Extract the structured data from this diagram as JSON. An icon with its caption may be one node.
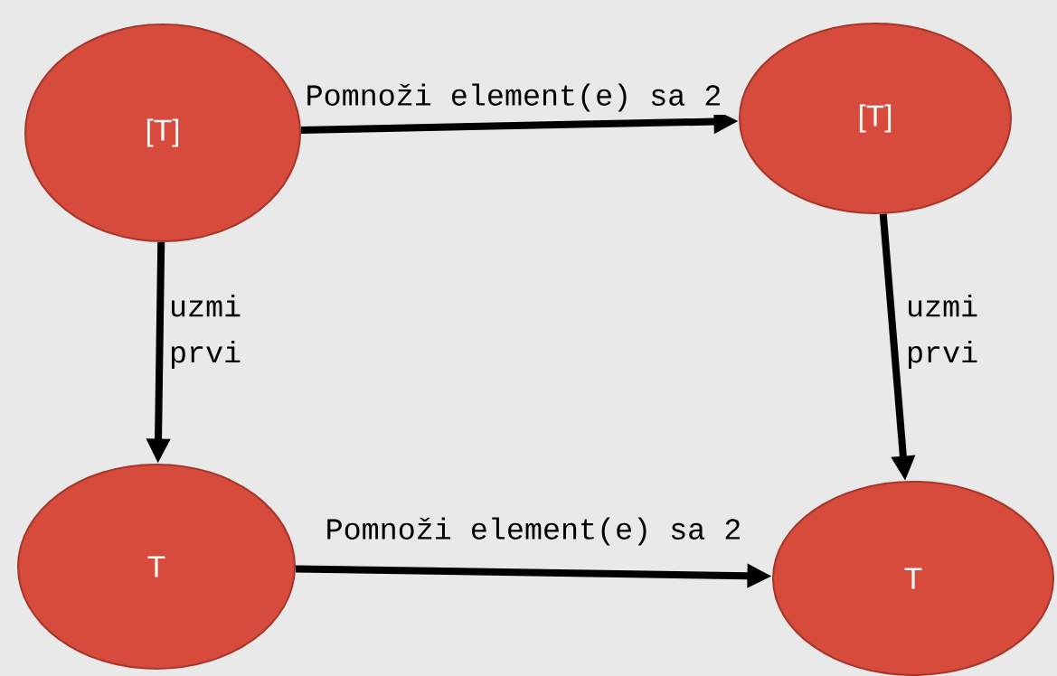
{
  "diagram": {
    "nodes": [
      {
        "text": [
          "[T]"
        ]
      },
      {
        "text": [
          "[T]"
        ]
      },
      {
        "text": [
          "T"
        ]
      },
      {
        "text": [
          "T"
        ]
      }
    ],
    "edges": [
      {
        "from": 0,
        "to": 1,
        "arrow": "to",
        "label": "Pomnoži element(e) sa 2"
      },
      {
        "from": 0,
        "to": 2,
        "arrow": "to",
        "label": "uzmi prvi"
      },
      {
        "from": 1,
        "to": 3,
        "arrow": "to",
        "label": "uzmi prvi"
      },
      {
        "from": 2,
        "to": 3,
        "arrow": "to",
        "label": "Pomnoži element(e) sa 2"
      }
    ]
  }
}
